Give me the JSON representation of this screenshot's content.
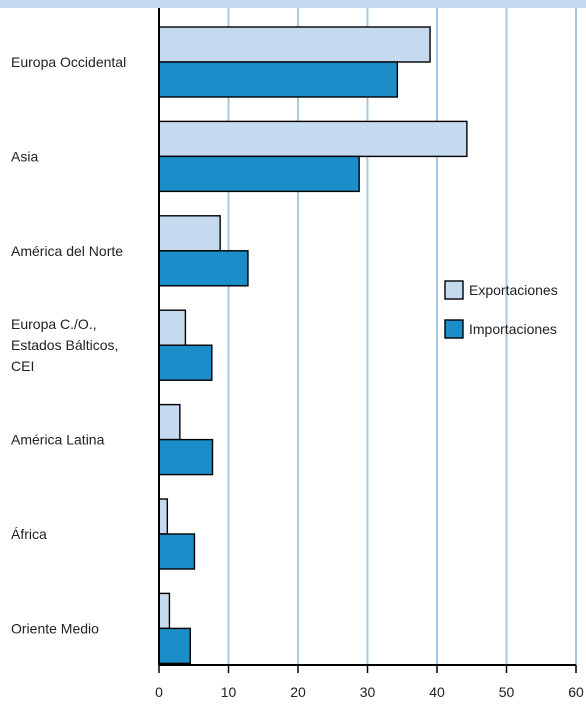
{
  "colors": {
    "export": "#c5d9ef",
    "import": "#1b8ec9",
    "grid": "#a7c7e0",
    "topband": "#c5d9ef",
    "axis": "#000000"
  },
  "chart_data": {
    "type": "bar",
    "orientation": "horizontal",
    "categories": [
      [
        "Europa Occidental"
      ],
      [
        "Asia"
      ],
      [
        "América del Norte"
      ],
      [
        "Europa C./O.,",
        "Estados Bálticos,",
        "CEI"
      ],
      [
        "América Latina"
      ],
      [
        "África"
      ],
      [
        "Oriente Medio"
      ]
    ],
    "series": [
      {
        "name": "Exportaciones",
        "values": [
          39.0,
          44.3,
          8.8,
          3.8,
          3.0,
          1.2,
          1.5
        ]
      },
      {
        "name": "Importaciones",
        "values": [
          34.3,
          28.8,
          12.8,
          7.6,
          7.7,
          5.1,
          4.5
        ]
      }
    ],
    "xlim": [
      0,
      60
    ],
    "xticks": [
      0,
      10,
      20,
      30,
      40,
      50,
      60
    ],
    "grid": "vertical",
    "legend_position": "right"
  }
}
